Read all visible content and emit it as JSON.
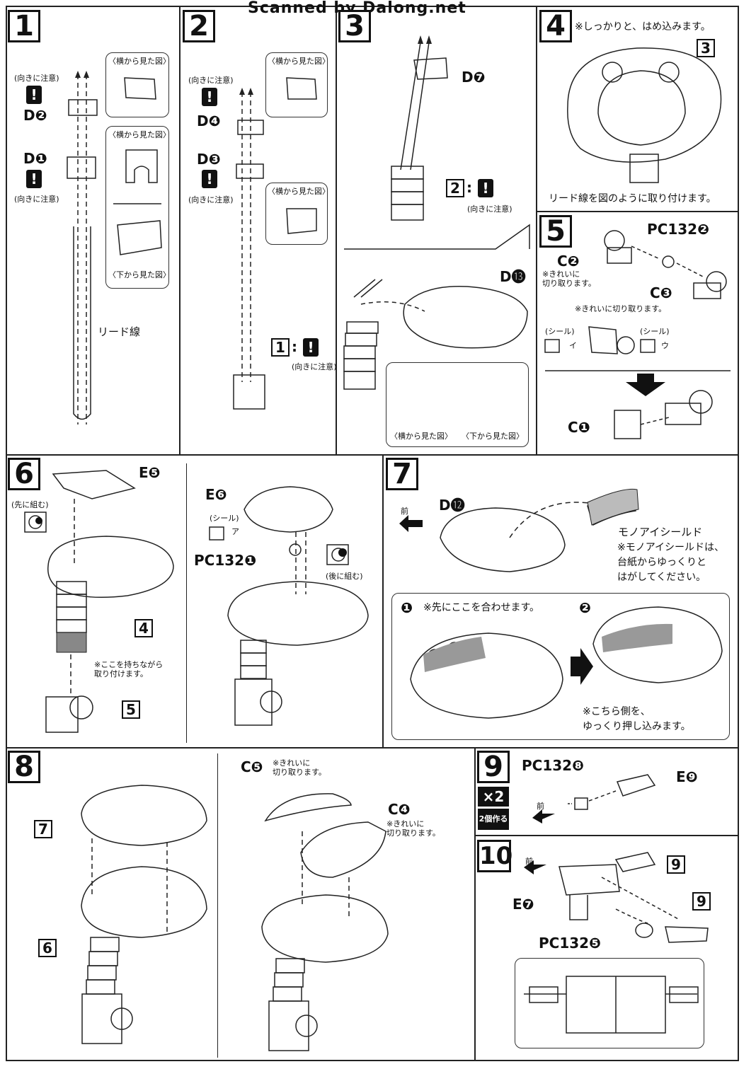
{
  "header": {
    "scan_credit": "Scanned by Dalong.net"
  },
  "steps": {
    "s1": {
      "num": "1",
      "part_d2": "D❷",
      "part_d1": "D❶",
      "caution": "(向きに注意)",
      "view_side": "〈横から見た図〉",
      "view_bottom": "〈下から見た図〉",
      "lead_wire": "リード線"
    },
    "s2": {
      "num": "2",
      "part_d4": "D❹",
      "part_d3": "D❸",
      "caution": "(向きに注意)",
      "view_side": "〈横から見た図〉",
      "ref": "1",
      "ref_caution": "(向きに注意)"
    },
    "s3": {
      "num": "3",
      "part_d7": "D❼",
      "ref": "2",
      "ref_caution": "(向きに注意)",
      "part_d13": "D⓭",
      "view_side": "〈横から見た図〉",
      "view_bottom": "〈下から見た図〉"
    },
    "s4": {
      "num": "4",
      "note_top": "※しっかりと、はめ込みます。",
      "ref": "3",
      "note_bottom": "リード線を図のように取り付けます。"
    },
    "s5": {
      "num": "5",
      "part_pc": "PC132❷",
      "part_c2": "C❷",
      "c2_note": "※きれいに\n切り取ります。",
      "part_c3": "C❸",
      "c3_note": "※きれいに切り取ります。",
      "seal": "(シール)",
      "seal_i": "イ",
      "seal_u": "ウ",
      "part_c1": "C❶"
    },
    "s6": {
      "num": "6",
      "part_e5": "E❺",
      "first": "(先に組む)",
      "ref4": "4",
      "hold_note": "※ここを持ちながら\n取り付けます。",
      "ref5": "5",
      "part_e6": "E❻",
      "seal": "(シール)",
      "seal_a": "ア",
      "part_pc": "PC132❶",
      "later": "(後に組む)"
    },
    "s7": {
      "num": "7",
      "front": "前",
      "part_d12": "D⓬",
      "mono_shield": "モノアイシールド",
      "mono_note": "※モノアイシールドは、\n台紙からゆっくりと\nはがしてください。",
      "sub1": "❶",
      "sub1_note": "※先にここを合わせます。",
      "sub2": "❷",
      "push_note": "※こちら側を、\nゆっくり押し込みます。"
    },
    "s8": {
      "num": "8",
      "ref7": "7",
      "ref6": "6",
      "part_c5": "C❺",
      "c5_note": "※きれいに\n切り取ります。",
      "part_c4": "C❹",
      "c4_note": "※きれいに\n切り取ります。"
    },
    "s9": {
      "num": "9",
      "x2": "×2",
      "make2": "2個作る",
      "part_pc": "PC132❽",
      "part_e9": "E❾",
      "front": "前"
    },
    "s10": {
      "num": "10",
      "front": "前",
      "ref9a": "9",
      "ref9b": "9",
      "part_e7": "E❼",
      "part_pc": "PC132❺"
    }
  }
}
